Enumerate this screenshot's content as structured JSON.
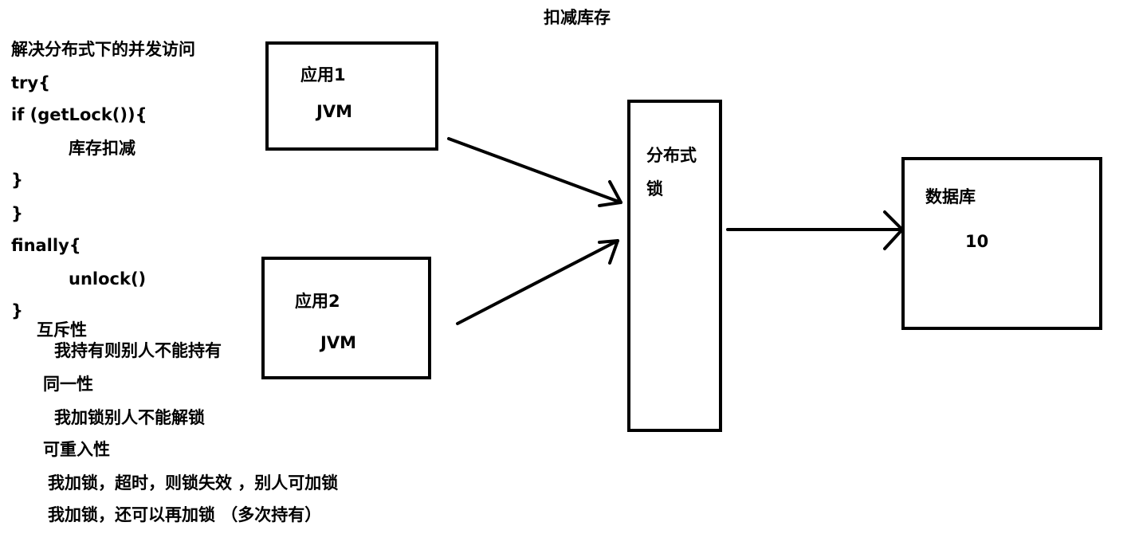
{
  "title": "扣减库存",
  "code": {
    "heading": "解决分布式下的并发访问",
    "lines": [
      "try{",
      "if (getLock()){",
      "库存扣减",
      "}",
      "}",
      "finally{",
      "unlock()",
      "}"
    ]
  },
  "properties": [
    {
      "name": "互斥性",
      "desc": "我持有则别人不能持有"
    },
    {
      "name": "同一性",
      "desc": "我加锁别人不能解锁"
    },
    {
      "name": "可重入性",
      "desc": [
        "我加锁，超时，则锁失效 ，别人可加锁",
        "我加锁，还可以再加锁 （多次持有）"
      ]
    }
  ],
  "nodes": {
    "app1": {
      "title": "应用1",
      "subtitle": "JVM"
    },
    "app2": {
      "title": "应用2",
      "subtitle": "JVM"
    },
    "lock": {
      "line1": "分布式",
      "line2": "锁"
    },
    "db": {
      "title": "数据库",
      "value": "10"
    }
  }
}
